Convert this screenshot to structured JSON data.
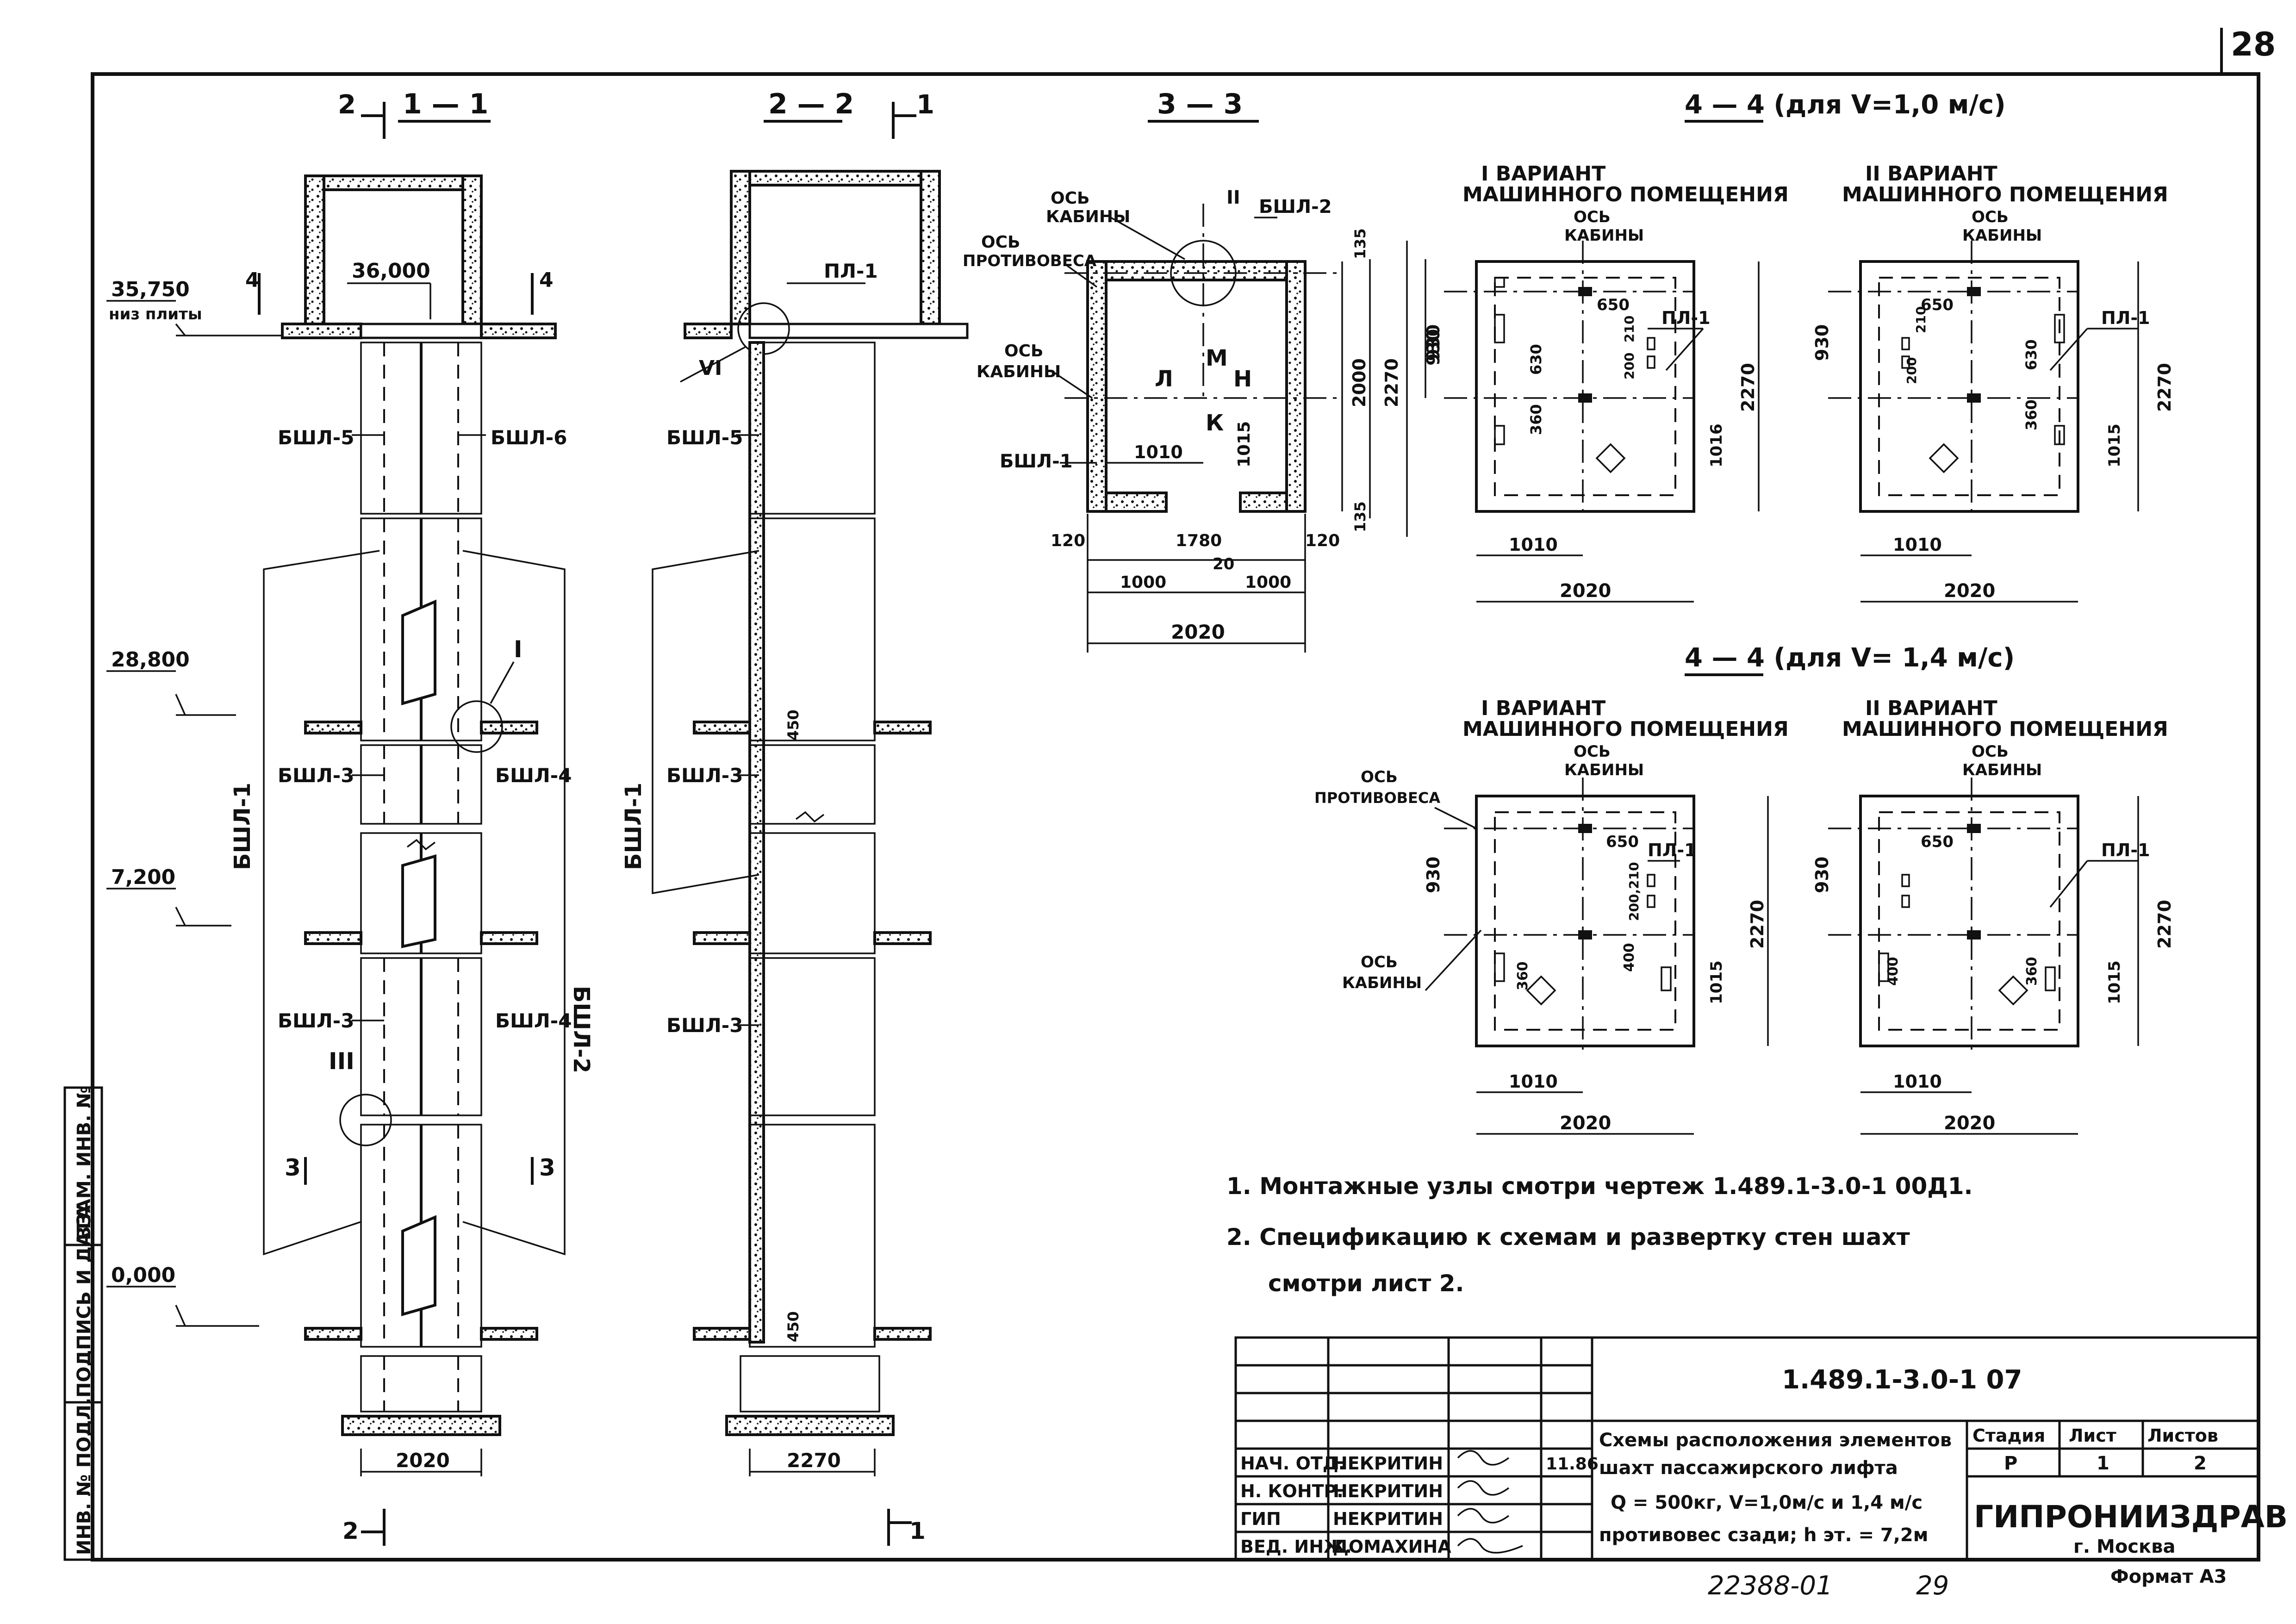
{
  "sheet_number": "28",
  "sections": {
    "s11": "1 — 1",
    "s22": "2 — 2",
    "s33": "3 — 3",
    "s44a": "4 — 4 (для V=1,0 м/с)",
    "s44b": "4 — 4 (для V= 1,4 м/с)",
    "mark2": "2",
    "mark1": "1",
    "mark3": "3",
    "mark4": "4"
  },
  "levels": {
    "l1": "35,750",
    "l1_note": "низ плиты",
    "l2": "36,000",
    "l3": "28,800",
    "l4": "7,200",
    "l5": "0,000"
  },
  "elements": {
    "bsh1": "БШЛ-1",
    "bsh2": "БШЛ-2",
    "bsh3": "БШЛ-3",
    "bsh4": "БШЛ-4",
    "bsh5": "БШЛ-5",
    "bsh6": "БШЛ-6",
    "pl1": "ПЛ-1"
  },
  "nodes": {
    "n1": "I",
    "n2": "II",
    "n3": "III",
    "n6": "VI"
  },
  "axes": {
    "cabin": "ОСЬ КАБИНЫ",
    "cabin_l1": "ОСЬ",
    "cabin_l2": "КАБИНЫ",
    "cw": "ОСЬ ПРОТИВОВЕСА",
    "cw_l1": "ОСЬ",
    "cw_l2": "ПРОТИВОВЕСА"
  },
  "directions": {
    "m": "М",
    "n": "Н",
    "k": "К",
    "l": "Л"
  },
  "variants": {
    "v1_l1": "I ВАРИАНТ",
    "v2_l1": "II ВАРИАНТ",
    "l2": "МАШИННОГО ПОМЕЩЕНИЯ"
  },
  "dims": {
    "d2020": "2020",
    "d2270": "2270",
    "d1780": "1780",
    "d120": "120",
    "d1000": "1000",
    "d20": "20",
    "d1010": "1010",
    "d1015": "1015",
    "d2000": "2000",
    "d930": "930",
    "d135": "135",
    "d650": "650",
    "d630": "630",
    "d360": "360",
    "d210": "210",
    "d200": "200",
    "d400": "400",
    "d450": "450",
    "d1016": "1016",
    "d2200": "200,210"
  },
  "notes": [
    "1. Монтажные узлы смотри чертеж 1.489.1-3.0-1 00Д1.",
    "2. Спецификацию к схемам и развертку стен шахт",
    "смотри лист 2."
  ],
  "title_block": {
    "doc_code": "1.489.1-3.0-1 07",
    "title_l1": "Схемы расположения элементов",
    "title_l2": "шахт пассажирского лифта",
    "title_l3": "Q = 500кг, V=1,0м/с и 1,4 м/с",
    "title_l4": "противовес сзади; h эт. = 7,2м",
    "stage_h": "Стадия",
    "sheet_h": "Лист",
    "sheets_h": "Листов",
    "stage": "Р",
    "sheet": "1",
    "sheets": "2",
    "org": "ГИПРОНИИЗДРАВ",
    "city": "г. Москва",
    "roles": [
      "НАЧ. ОТД.",
      "Н. КОНТР.",
      "ГИП",
      "ВЕД. ИНЖ."
    ],
    "names": [
      "НЕКРИТИН",
      "НЕКРИТИН",
      "НЕКРИТИН",
      "ДОМАХИНА"
    ],
    "date": "11.86"
  },
  "side_stamp": [
    "ИНВ. № ПОДЛ.",
    "ПОДПИСЬ И ДАТА",
    "ВЗАМ. ИНВ. №"
  ],
  "footer": {
    "inv": "22388-01",
    "page": "29",
    "format": "Формат А3"
  }
}
